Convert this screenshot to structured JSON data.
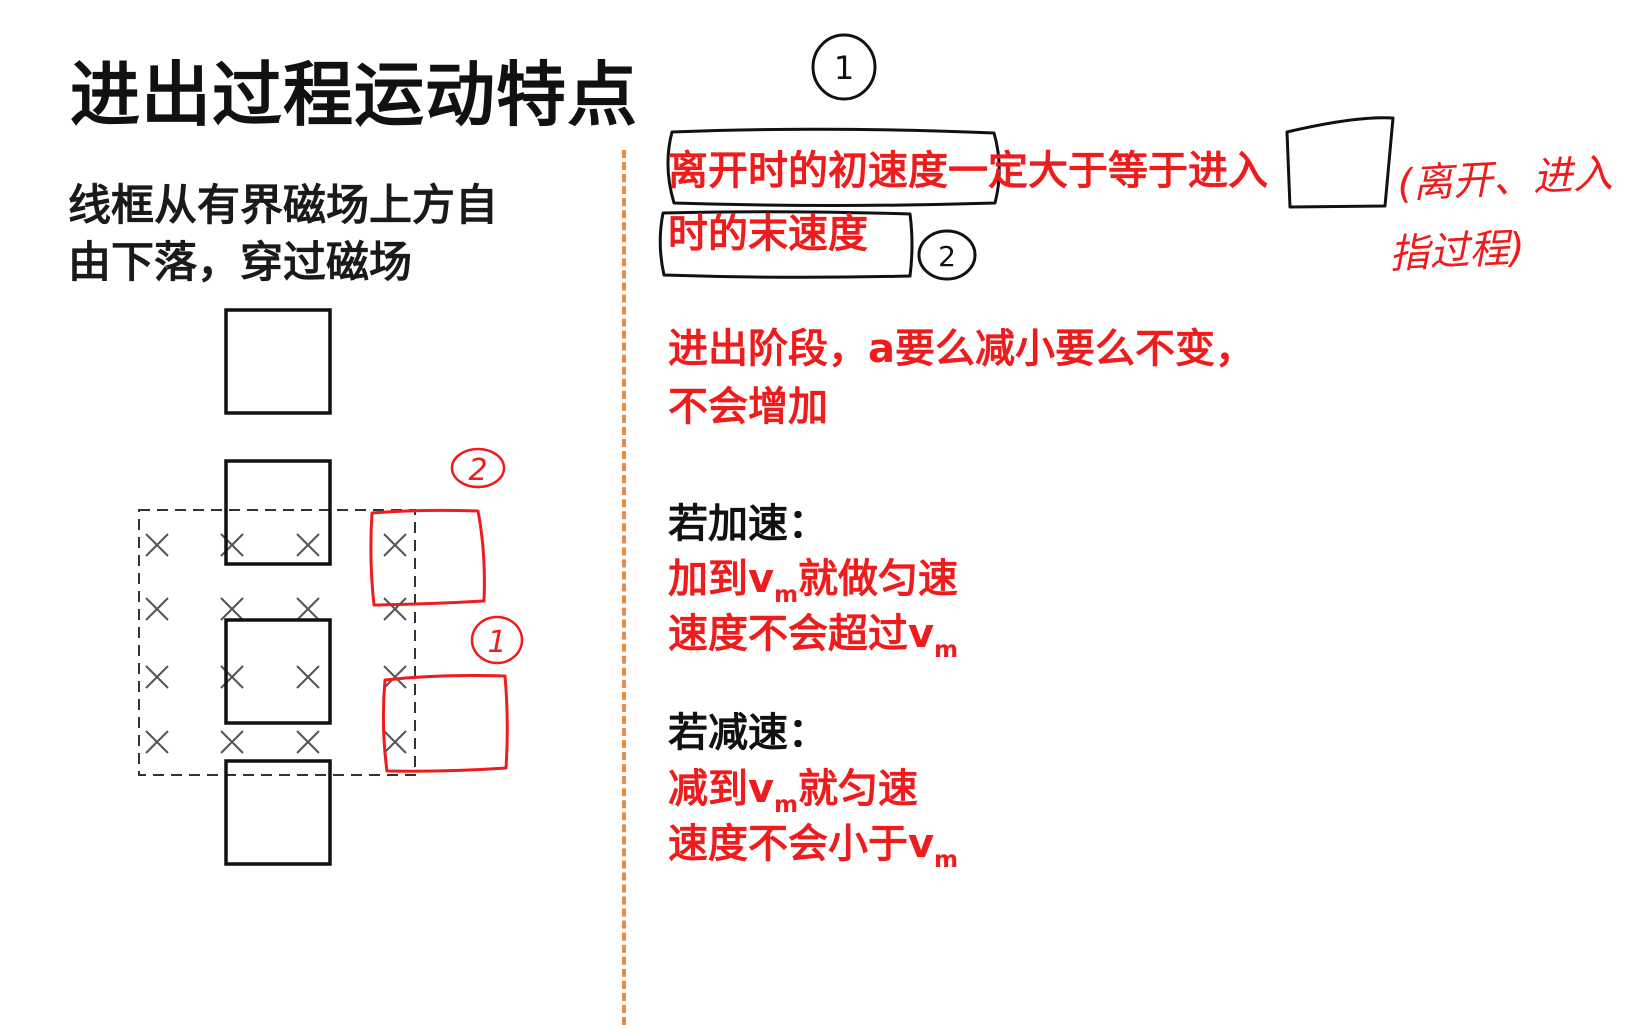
{
  "title": "进出过程运动特点",
  "description": {
    "line1": "线框从有界磁场上方自",
    "line2": "由下落，穿过磁场"
  },
  "notes": {
    "speed_rule": {
      "line1_a": "离开时的初速度",
      "line1_b": "一定大于等于",
      "line1_c": "进入",
      "line2": "时的末速度"
    },
    "accel_rule": {
      "line1": "进出阶段，a要么减小要么不变，",
      "line2": "不会增加"
    },
    "accelerating": {
      "heading": "若加速：",
      "line1_pre": "加到v",
      "line1_sub": "m",
      "line1_post": "就做匀速",
      "line2_pre": "速度不会超过v",
      "line2_sub": "m"
    },
    "decelerating": {
      "heading": "若减速：",
      "line1_pre": "减到v",
      "line1_sub": "m",
      "line1_post": "就匀速",
      "line2_pre": "速度不会小于v",
      "line2_sub": "m"
    }
  },
  "annotations": {
    "circle_1": "1",
    "circle_2": "2",
    "side_note_line1": "(离开、进入",
    "side_note_line2": "指过程)"
  },
  "colors": {
    "red": "#ee1c1c",
    "divider": "#ef8a3c",
    "ink": "#111111"
  }
}
